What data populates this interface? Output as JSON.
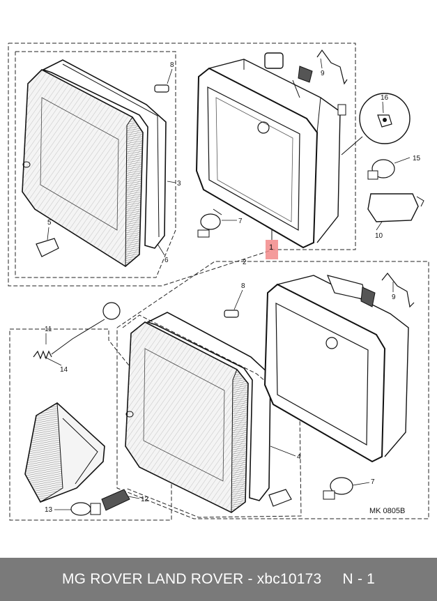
{
  "diagram": {
    "highlight_color": "#f28a8a",
    "highlight_label": "1",
    "reference_code": "MK 0805B",
    "callouts": {
      "c2": "2",
      "c3": "3",
      "c4": "4",
      "c5": "5",
      "c6": "6",
      "c7a": "7",
      "c7b": "7",
      "c8a": "8",
      "c8b": "8",
      "c9a": "9",
      "c9b": "9",
      "c10": "10",
      "c11": "11",
      "c12": "12",
      "c13": "13",
      "c14": "14",
      "c15": "15",
      "c16": "16"
    }
  },
  "footer": {
    "text": "MG ROVER LAND ROVER - xbc10173     N - 1",
    "background": "#7a7a7a"
  }
}
